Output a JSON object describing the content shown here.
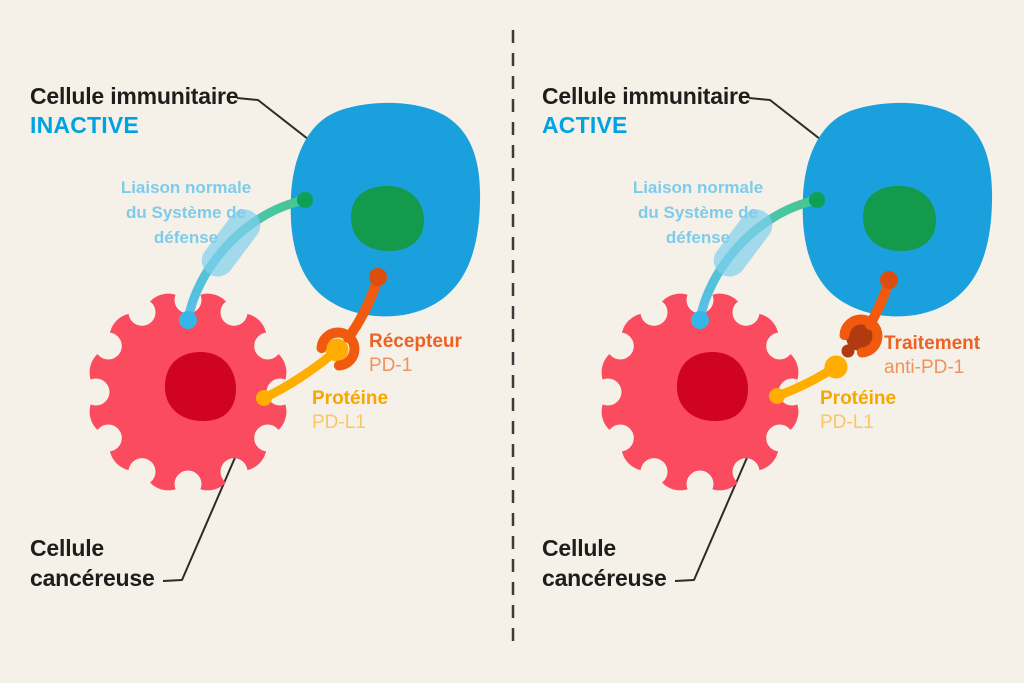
{
  "colors": {
    "background": "#F5F1E8",
    "immune_cell": "#1AA0DC",
    "immune_nucleus": "#149A4D",
    "cancer_cell": "#FA4B5F",
    "cancer_nucleus": "#D10323",
    "liaison_green": "#43C78B",
    "liaison_blue": "#58BFE9",
    "capsule": "#7FD0EE",
    "receptor_orange": "#F1590E",
    "receptor_anchor": "#DC4E0F",
    "protein_yellow": "#FFAD00",
    "treatment_ball": "#B23A10",
    "state_text": "#00A3E1",
    "liaison_text": "#7FCBEB",
    "orange_text": "#ED6123",
    "orange_sub_text": "#F0925E",
    "yellow_text": "#F6A702",
    "yellow_sub_text": "#F8C766",
    "dark_text": "#1D1D1B"
  },
  "panels": [
    {
      "title": "Cellule immunitaire",
      "state": "INACTIVE",
      "liaison_label": {
        "line1": "Liaison normale",
        "line2": "du Système de",
        "line3": "défense"
      },
      "receptor": {
        "name": "Récepteur",
        "sub": "PD-1"
      },
      "protein": {
        "name": "Protéine",
        "sub": "PD-L1"
      },
      "cancer": {
        "line1": "Cellule",
        "line2": "cancéreuse"
      }
    },
    {
      "title": "Cellule immunitaire",
      "state": "ACTIVE",
      "liaison_label": {
        "line1": "Liaison normale",
        "line2": "du Système de",
        "line3": "défense"
      },
      "treatment": {
        "name": "Traitement",
        "sub": "anti-PD-1"
      },
      "protein": {
        "name": "Protéine",
        "sub": "PD-L1"
      },
      "cancer": {
        "line1": "Cellule",
        "line2": "cancéreuse"
      }
    }
  ]
}
